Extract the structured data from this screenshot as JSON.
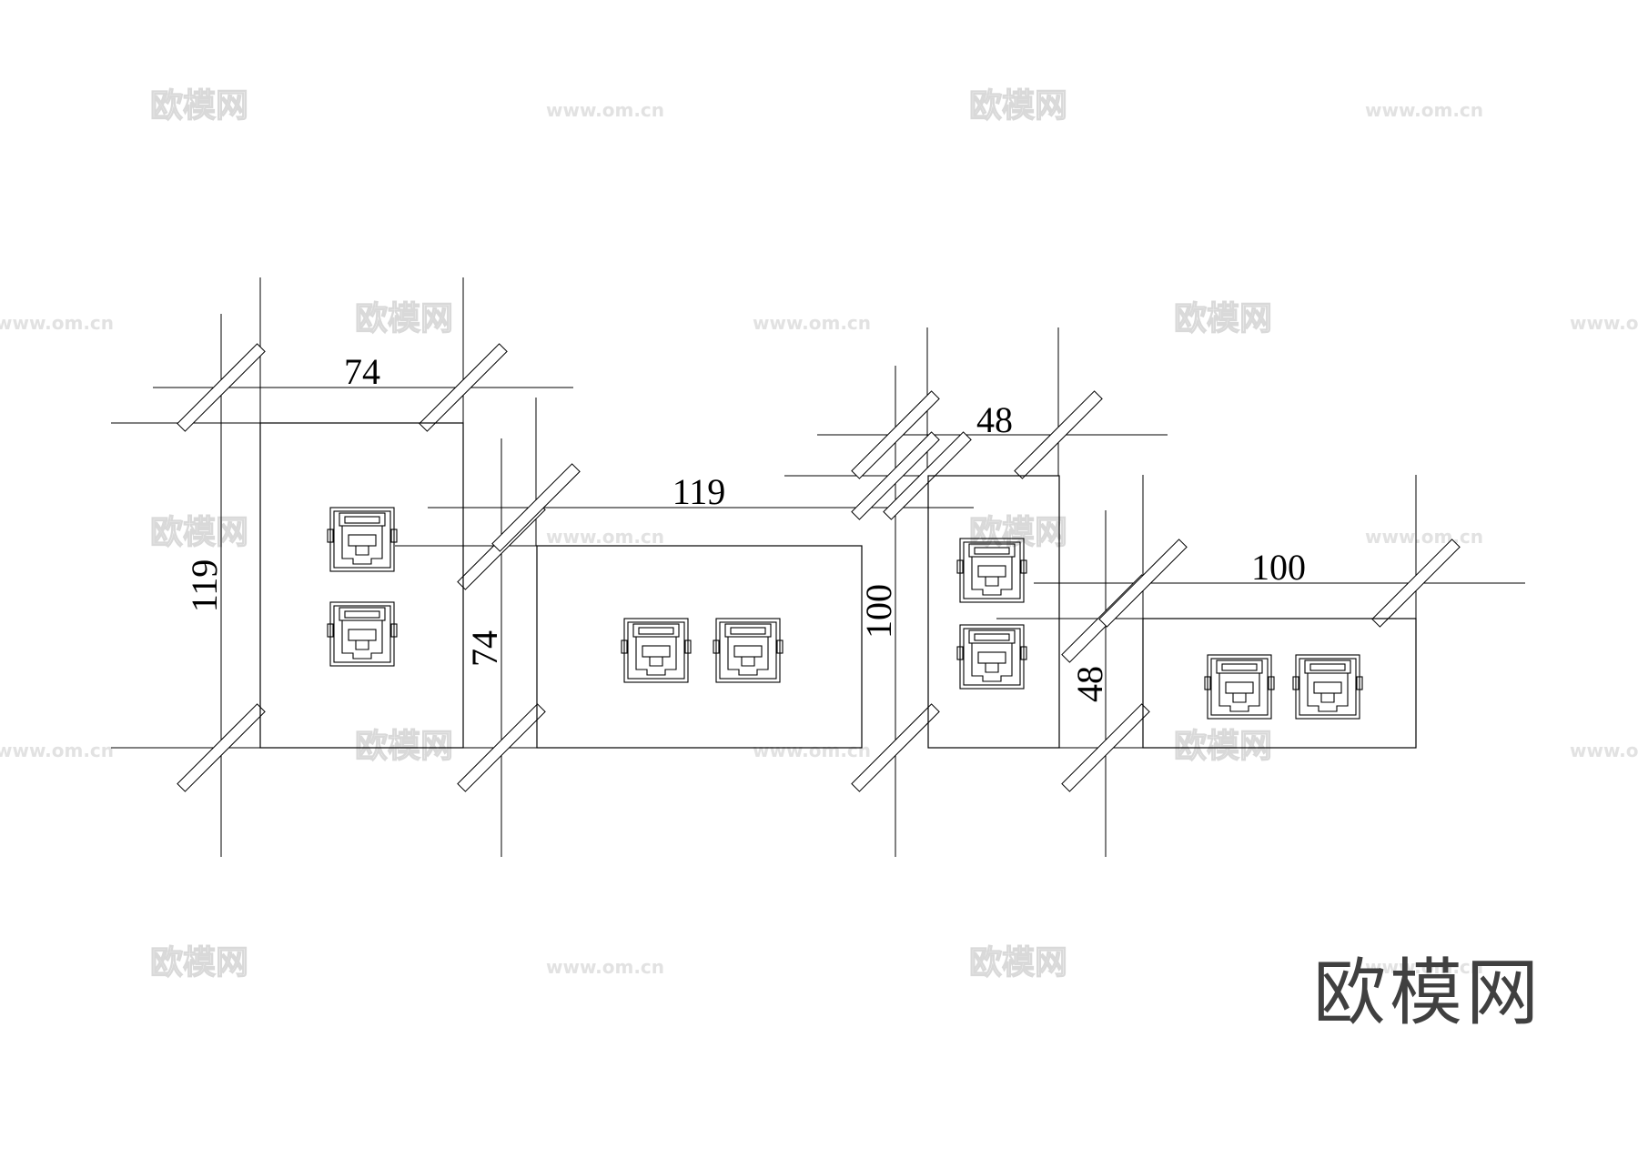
{
  "panels": [
    {
      "id": "panel-1",
      "width_label": "74",
      "height_label": "119",
      "sockets": 2,
      "socket_layout": "vertical"
    },
    {
      "id": "panel-2",
      "width_label": "119",
      "height_label": "74",
      "sockets": 2,
      "socket_layout": "horizontal"
    },
    {
      "id": "panel-3",
      "width_label": "48",
      "height_label": "100",
      "sockets": 2,
      "socket_layout": "vertical"
    },
    {
      "id": "panel-4",
      "width_label": "100",
      "height_label": "48",
      "sockets": 2,
      "socket_layout": "horizontal"
    }
  ],
  "watermark": {
    "logo_text": "欧模网",
    "url_text": "www.om.cn"
  },
  "colors": {
    "line": "#000000",
    "watermark": "#d9d9d9",
    "logo": "#404040"
  }
}
